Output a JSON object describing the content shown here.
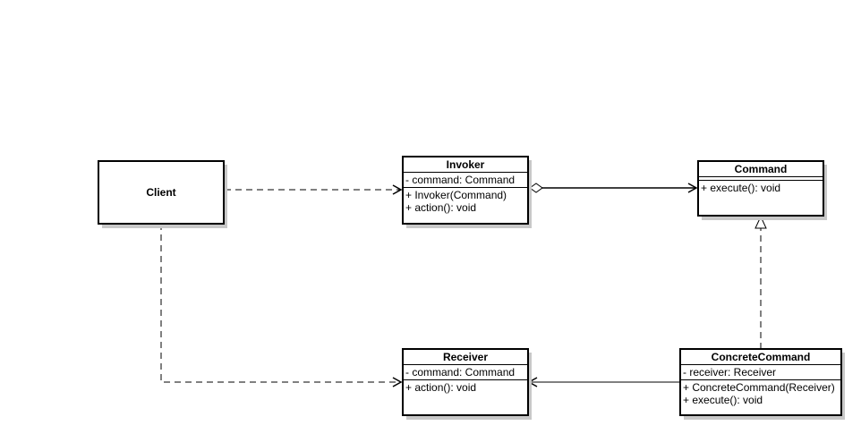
{
  "diagram": {
    "client": {
      "name": "Client"
    },
    "invoker": {
      "name": "Invoker",
      "attributes": [
        "- command: Command"
      ],
      "operations": [
        "+ Invoker(Command)",
        "+ action(): void"
      ]
    },
    "command": {
      "name": "Command",
      "attributes": [],
      "operations": [
        "+ execute(): void"
      ]
    },
    "receiver": {
      "name": "Receiver",
      "attributes": [
        "- command: Command"
      ],
      "operations": [
        "+ action(): void"
      ]
    },
    "concrete_command": {
      "name": "ConcreteCommand",
      "attributes": [
        "- receiver: Receiver"
      ],
      "operations": [
        "+ ConcreteCommand(Receiver)",
        "+ execute(): void"
      ]
    },
    "relationships": [
      {
        "from": "Client",
        "to": "Invoker",
        "type": "dependency"
      },
      {
        "from": "Client",
        "to": "Receiver",
        "type": "dependency"
      },
      {
        "from": "Invoker",
        "to": "Command",
        "type": "aggregation"
      },
      {
        "from": "ConcreteCommand",
        "to": "Command",
        "type": "realization"
      },
      {
        "from": "ConcreteCommand",
        "to": "Receiver",
        "type": "association"
      }
    ],
    "colors": {
      "line": "#000000",
      "shadow": "#c8c8c8",
      "fill": "#ffffff"
    }
  }
}
